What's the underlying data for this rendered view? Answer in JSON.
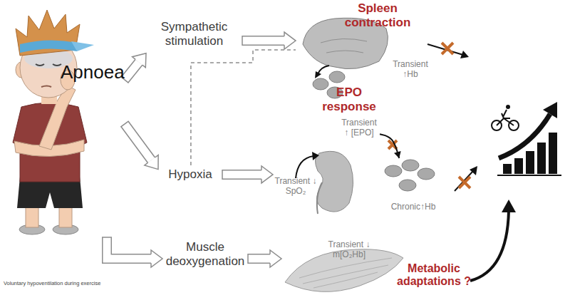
{
  "diagram": {
    "nodes": [
      {
        "text": [
          "Apnoea"
        ]
      },
      {
        "text": [
          "Sympathetic stimulation"
        ]
      },
      {
        "text": [
          "Hypoxia"
        ]
      },
      {
        "text": [
          "Muscle deoxygenation"
        ]
      },
      {
        "text": [
          "Spleen contraction",
          "Transient ↑Hb"
        ]
      },
      {
        "text": [
          "EPO response",
          "Transient ↑ [EPO]",
          "Transient ↓ SpO₂"
        ]
      },
      {
        "text": [
          "Chronic↑Hb"
        ]
      },
      {
        "text": [
          "Transient ↓ m[O₂Hb]",
          "Metabolic adaptations ?"
        ]
      }
    ],
    "edges": [
      {
        "from": 0,
        "to": 1,
        "arrow": "to"
      },
      {
        "from": 0,
        "to": 2,
        "arrow": "to"
      },
      {
        "from": 0,
        "to": 3,
        "arrow": "to"
      },
      {
        "from": 1,
        "to": 4,
        "arrow": "to"
      },
      {
        "from": 2,
        "to": 4,
        "arrow": "none"
      },
      {
        "from": 2,
        "to": 5,
        "arrow": "to"
      },
      {
        "from": 3,
        "to": 7,
        "arrow": "to"
      },
      {
        "from": 5,
        "to": 6,
        "arrow": "to"
      }
    ],
    "labels": [
      "Voluntary hypoventilation during exercise"
    ]
  }
}
